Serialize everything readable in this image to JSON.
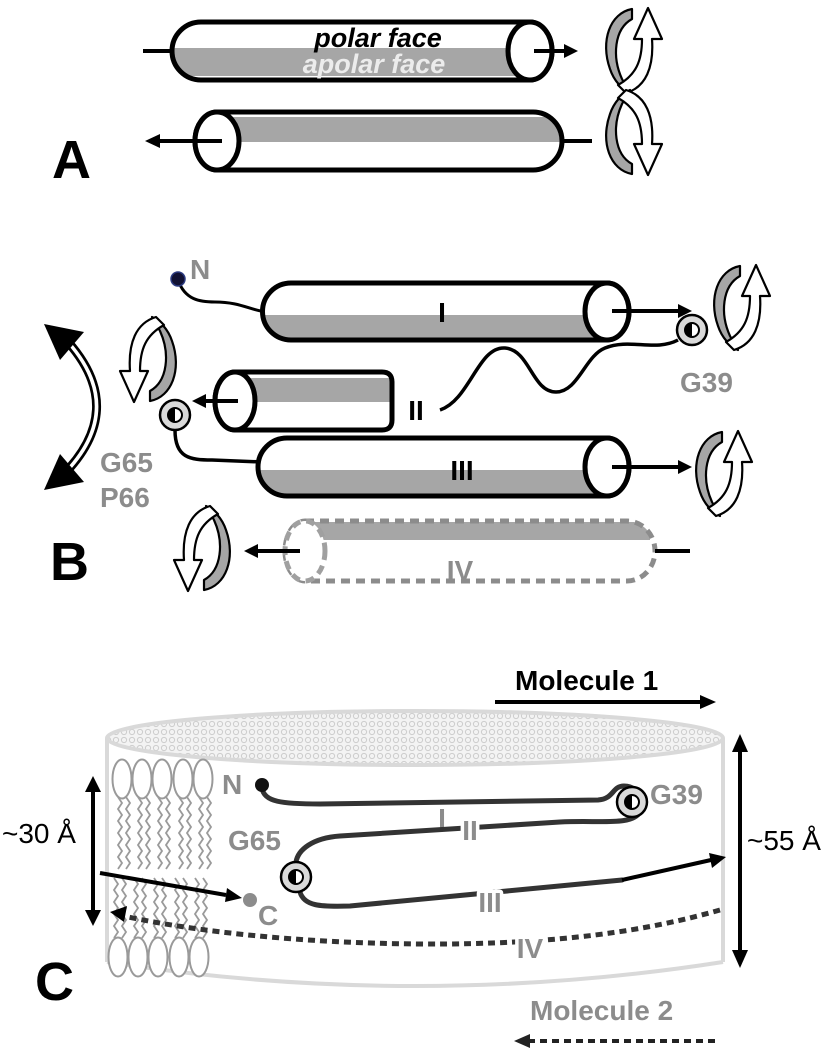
{
  "panel_a": {
    "label": "A",
    "polar_face": "polar face",
    "apolar_face": "apolar face"
  },
  "panel_b": {
    "label": "B",
    "n_terminus": "N",
    "helices": [
      "I",
      "II",
      "III",
      "IV"
    ],
    "residues": {
      "g39": "G39",
      "g65": "G65",
      "p66": "P66"
    }
  },
  "panel_c": {
    "label": "C",
    "molecule_1": "Molecule 1",
    "molecule_2": "Molecule 2",
    "n_terminus": "N",
    "c_terminus": "C",
    "helices": [
      "I",
      "II",
      "III",
      "IV"
    ],
    "residues": {
      "g39": "G39",
      "g65": "G65"
    },
    "bilayer_thickness": "~30 Å",
    "disc_height": "~55 Å"
  },
  "colors": {
    "outline": "#000000",
    "apolar_face": "#a6a6a6",
    "label_gray": "#8c8c8c",
    "disc_rim": "#d9d9d9",
    "helix_trace": "#333333",
    "lipid": "#9a9a9a"
  }
}
